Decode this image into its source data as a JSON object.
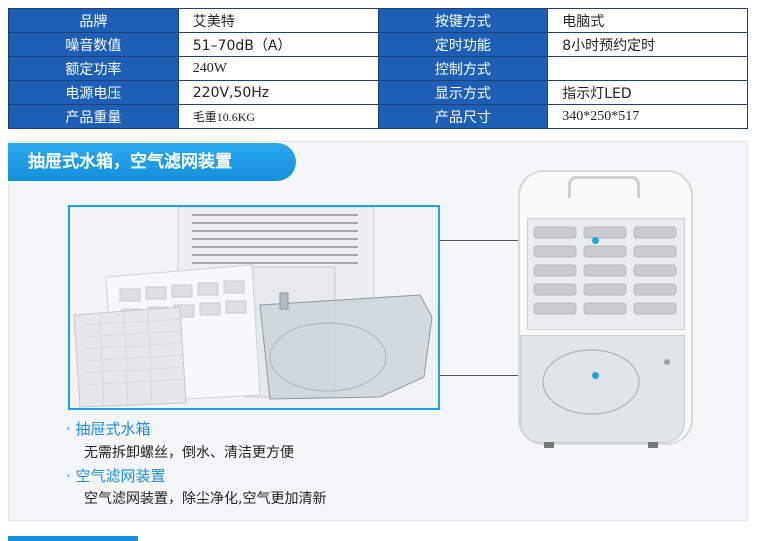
{
  "specs": [
    {
      "l1": "品牌",
      "v1": "艾美特",
      "l2": "按键方式",
      "v2": "电脑式"
    },
    {
      "l1": "噪音数值",
      "v1": "51–70dB（A）",
      "l2": "定时功能",
      "v2": "8小时预约定时"
    },
    {
      "l1": "额定功率",
      "v1": "240W",
      "l2": "控制方式",
      "v2": ""
    },
    {
      "l1": "电源电压",
      "v1": "220V,50Hz",
      "l2": "显示方式",
      "v2": "指示灯LED"
    },
    {
      "l1": "产品重量",
      "v1": "毛重10.6KG",
      "l2": "产品尺寸",
      "v2": "340*250*517"
    }
  ],
  "section": {
    "title": "抽屉式水箱，空气滤网装置"
  },
  "features": [
    {
      "title": "· 抽屉式水箱",
      "desc": "无需拆卸螺丝，倒水、清洁更方便"
    },
    {
      "title": "· 空气滤网装置",
      "desc": "空气滤网装置，除尘净化,空气更加清新"
    }
  ],
  "colors": {
    "accent": "#1c5fb4",
    "tab": "#1a9ae4",
    "inset_border": "#1aa3e2"
  }
}
